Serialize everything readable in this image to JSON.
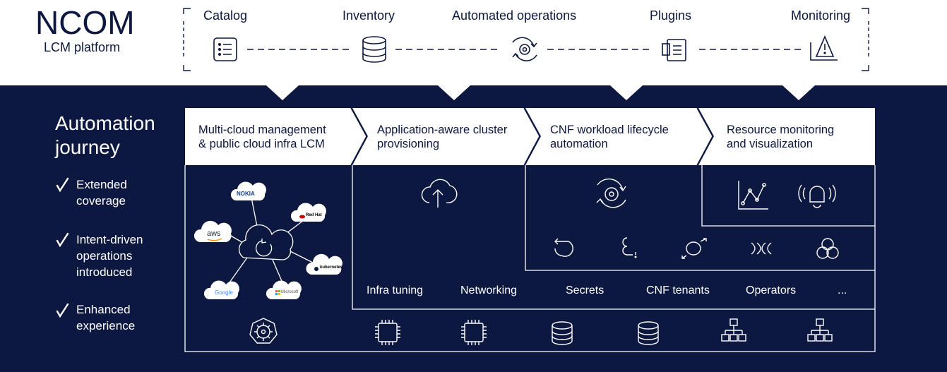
{
  "brand": {
    "title": "NCOM",
    "subtitle": "LCM platform"
  },
  "top_items": [
    {
      "label": "Catalog",
      "icon": "list-icon"
    },
    {
      "label": "Inventory",
      "icon": "database-icon"
    },
    {
      "label": "Automated operations",
      "icon": "gear-cycle-icon"
    },
    {
      "label": "Plugins",
      "icon": "plugin-document-icon"
    },
    {
      "label": "Monitoring",
      "icon": "alert-monitor-icon"
    }
  ],
  "journey": {
    "title_line1": "Automation",
    "title_line2": "journey",
    "bullets": [
      {
        "line1": "Extended",
        "line2": "coverage",
        "line3": ""
      },
      {
        "line1": "Intent-driven",
        "line2": "operations",
        "line3": "introduced"
      },
      {
        "line1": "Enhanced",
        "line2": "experience",
        "line3": ""
      }
    ]
  },
  "stages": [
    {
      "line1": "Multi-cloud management",
      "line2": "& public cloud infra LCM"
    },
    {
      "line1": "Application-aware cluster",
      "line2": "provisioning"
    },
    {
      "line1": "CNF workload lifecycle",
      "line2": "automation"
    },
    {
      "line1": "Resource monitoring",
      "line2": "and visualization"
    }
  ],
  "cloud_providers": {
    "nokia": "NOKIA",
    "redhat": "Red Hat",
    "aws": "aws",
    "kubernetes": "kubernetes",
    "google": "Google",
    "microsoft": "Microsoft"
  },
  "cluster_capabilities": [
    "Infra tuning",
    "Networking",
    "Secrets",
    "CNF tenants",
    "Operators",
    "..."
  ],
  "colors": {
    "navy": "#0d1840",
    "white": "#ffffff"
  }
}
